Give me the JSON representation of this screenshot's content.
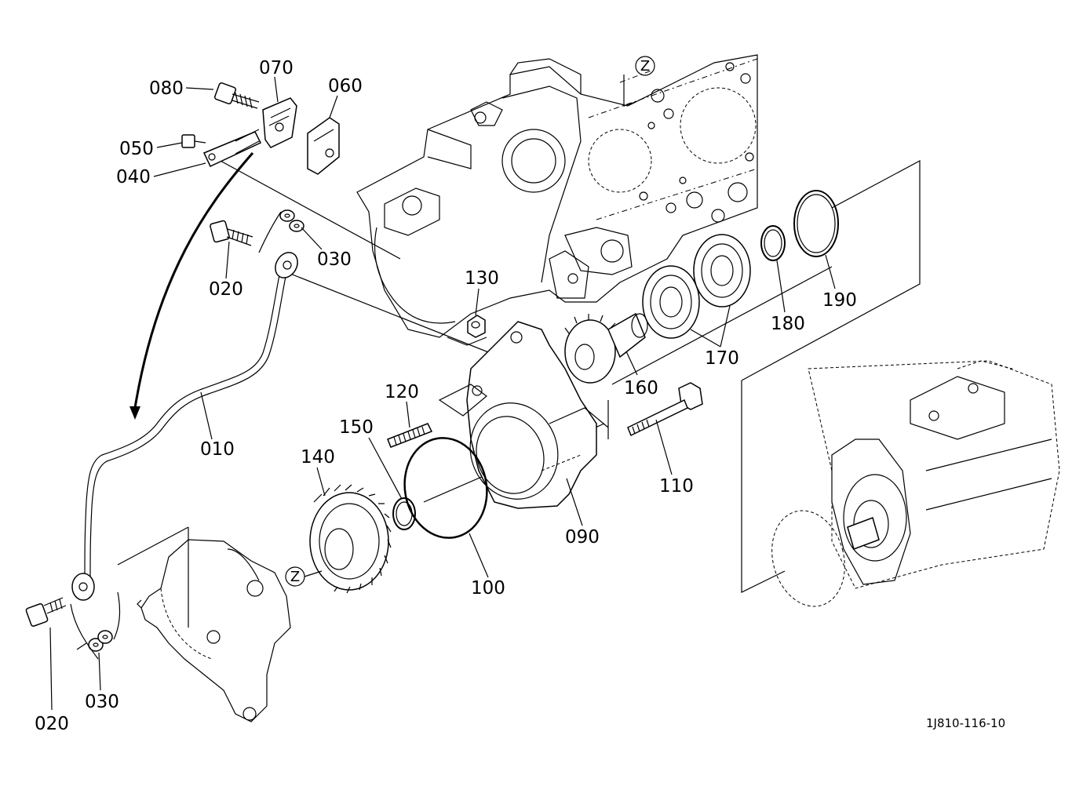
{
  "diagram": {
    "reference_code": "1J810-116-10",
    "view_marker": "Z",
    "part_labels": {
      "p010": "010",
      "p020_upper": "020",
      "p020_lower": "020",
      "p030_upper": "030",
      "p030_lower": "030",
      "p040": "040",
      "p050": "050",
      "p060": "060",
      "p070": "070",
      "p080": "080",
      "p090": "090",
      "p100": "100",
      "p110": "110",
      "p120": "120",
      "p130": "130",
      "p140": "140",
      "p150": "150",
      "p160": "160",
      "p170": "170",
      "p180": "180",
      "p190": "190"
    }
  }
}
